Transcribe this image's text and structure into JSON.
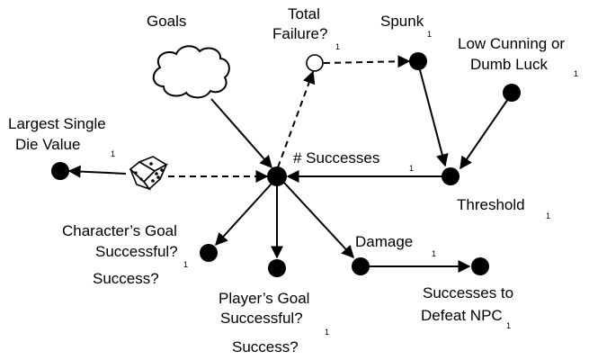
{
  "labels": {
    "goals": "Goals",
    "total_failure_line1": "Total",
    "total_failure_line2": "Failure?",
    "total_failure_sub": "1",
    "spunk": "Spunk",
    "spunk_sub": "1",
    "low_cunning_line1": "Low Cunning or",
    "low_cunning_line2": "Dumb Luck",
    "low_cunning_sub": "1",
    "largest_die_line1": "Largest Single",
    "largest_die_line2": "Die Value",
    "largest_die_sub": "1",
    "successes": "# Successes",
    "successes_sub": "1",
    "threshold": "Threshold",
    "threshold_sub": "1",
    "char_goal_line1": "Character’s Goal",
    "char_goal_line2": "Successful?",
    "char_goal_sub": "1",
    "char_goal_line3": "Success?",
    "player_goal_line1": "Player’s Goal",
    "player_goal_line2": "Successful?",
    "player_goal_sub": "1",
    "player_goal_line3": "Success?",
    "damage": "Damage",
    "damage_sub": "1",
    "defeat_line1": "Successes to",
    "defeat_line2": "Defeat NPC",
    "defeat_sub": "1"
  },
  "icons": {
    "cloud": "cloud-icon",
    "die": "die-icon"
  },
  "colors": {
    "ink": "#000000",
    "background": "#ffffff"
  }
}
